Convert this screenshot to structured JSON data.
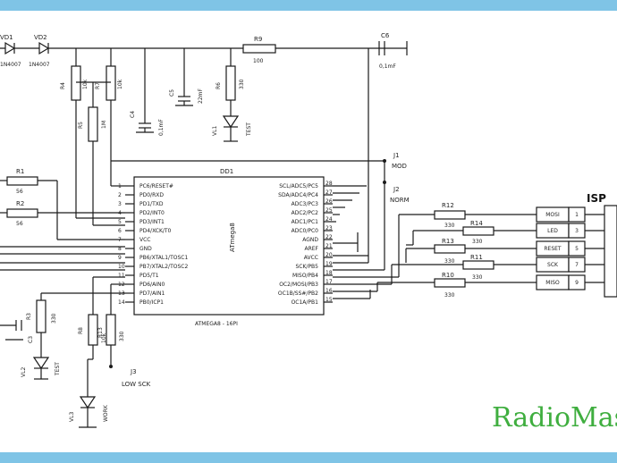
{
  "mcu": {
    "ref": "DD1",
    "name": "ATmega8",
    "package": "ATMEGA8 - 16PI",
    "left_pins": [
      {
        "num": "1",
        "name": "PC6/RESET#"
      },
      {
        "num": "2",
        "name": "PD0/RXD"
      },
      {
        "num": "3",
        "name": "PD1/TXD"
      },
      {
        "num": "4",
        "name": "PD2/INT0"
      },
      {
        "num": "5",
        "name": "PD3/INT1"
      },
      {
        "num": "6",
        "name": "PD4/XCK/T0"
      },
      {
        "num": "7",
        "name": "VCC"
      },
      {
        "num": "8",
        "name": "GND"
      },
      {
        "num": "9",
        "name": "PB6/XTAL1/TOSC1"
      },
      {
        "num": "10",
        "name": "PB7/XTAL2/TOSC2"
      },
      {
        "num": "11",
        "name": "PD5/T1"
      },
      {
        "num": "12",
        "name": "PD6/AIN0"
      },
      {
        "num": "13",
        "name": "PD7/AIN1"
      },
      {
        "num": "14",
        "name": "PB0/ICP1"
      }
    ],
    "right_pins": [
      {
        "num": "28",
        "name": "SCL/ADC5/PC5"
      },
      {
        "num": "27",
        "name": "SDA/ADC4/PC4"
      },
      {
        "num": "26",
        "name": "ADC3/PC3"
      },
      {
        "num": "25",
        "name": "ADC2/PC2"
      },
      {
        "num": "24",
        "name": "ADC1/PC1"
      },
      {
        "num": "23",
        "name": "ADC0/PC0"
      },
      {
        "num": "22",
        "name": "AGND"
      },
      {
        "num": "21",
        "name": "AREF"
      },
      {
        "num": "20",
        "name": "AVCC"
      },
      {
        "num": "19",
        "name": "SCK/PB5"
      },
      {
        "num": "18",
        "name": "MISO/PB4"
      },
      {
        "num": "17",
        "name": "OC2/MOSI/PB3"
      },
      {
        "num": "16",
        "name": "OC1B/SS#/PB2"
      },
      {
        "num": "15",
        "name": "OC1A/PB1"
      }
    ]
  },
  "parts": {
    "vd1": "VD1",
    "vd1_val": "1N4007",
    "vd2": "VD2",
    "vd2_val": "1N4007",
    "r9": "R9",
    "r9_val": "100",
    "c6": "C6",
    "c6_val": "0,1mF",
    "r4": "R4",
    "r4_val": "10k",
    "r7": "R7",
    "r7_val": "10k",
    "r5": "R5",
    "r5_val": "1M",
    "c4": "C4",
    "c4_val": "0,1mF",
    "c5": "C5",
    "c5_val": "22mF",
    "r6": "R6",
    "r6_val": "330",
    "vl1": "VL1",
    "vl1_val": "TEST",
    "r1": "R1",
    "r1_val": "56",
    "r2": "R2",
    "r2_val": "56",
    "r3": "R3",
    "r3_val": "330",
    "c3": "C3",
    "vl2": "VL2",
    "vl2_val": "TEST",
    "r8": "R8",
    "r8_val": "10k",
    "r13": "R13",
    "r13_val": "330",
    "vl3": "VL3",
    "vl3_val": "WORK",
    "j1": "J1",
    "j1_val": "MOD",
    "j2": "J2",
    "j2_val": "NORM",
    "j3": "J3",
    "j3_val": "LOW SCK",
    "r12": "R12",
    "r12_val": "330",
    "r14": "R14",
    "r14_val": "330",
    "r13b": "R13",
    "r13b_val": "330",
    "r11": "R11",
    "r11_val": "330",
    "r10": "R10",
    "r10_val": "330"
  },
  "isp": {
    "title": "ISP",
    "pins": [
      {
        "name": "MOSI",
        "num": "1"
      },
      {
        "name": "LED",
        "num": "3"
      },
      {
        "name": "RESET",
        "num": "5"
      },
      {
        "name": "SCK",
        "num": "7"
      },
      {
        "name": "MISO",
        "num": "9"
      }
    ]
  },
  "watermark": "RadioMaster"
}
